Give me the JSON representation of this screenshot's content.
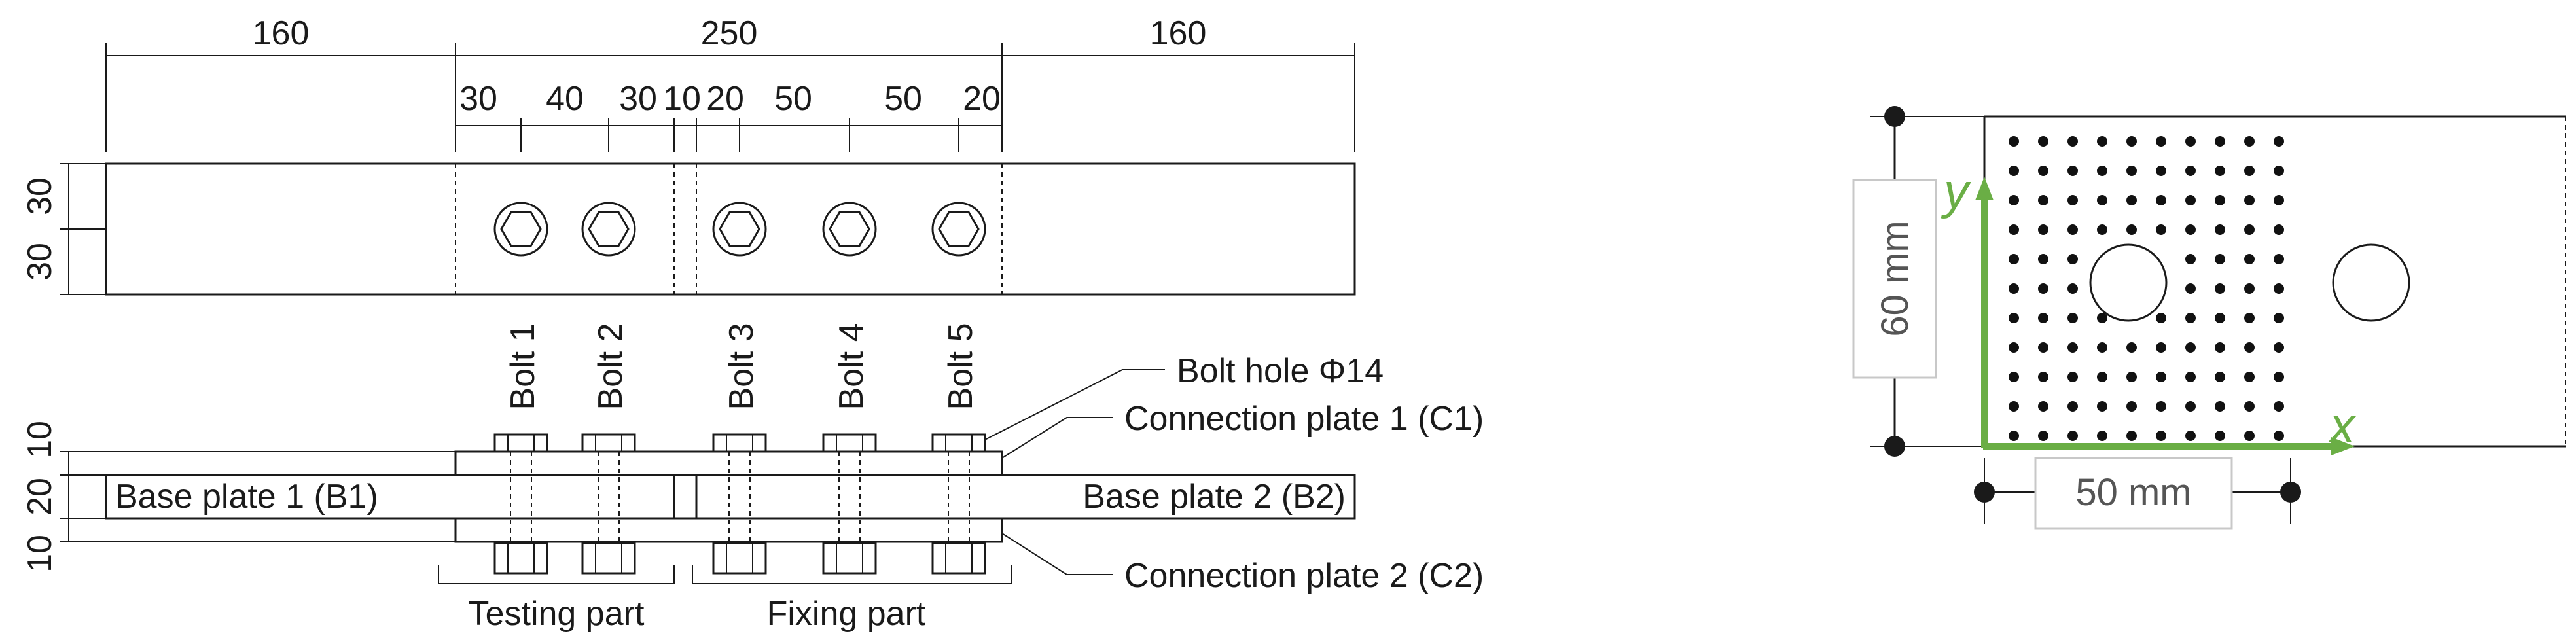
{
  "top_view": {
    "overall_dims": [
      "160",
      "250",
      "160"
    ],
    "bolt_spacing_dims": [
      "30",
      "40",
      "30",
      "10",
      "20",
      "50",
      "50",
      "20"
    ],
    "height_dims": [
      "30",
      "30"
    ]
  },
  "side_view": {
    "bolts": [
      "Bolt 1",
      "Bolt 2",
      "Bolt 3",
      "Bolt 4",
      "Bolt 5"
    ],
    "thickness_dims": [
      "10",
      "20",
      "10"
    ],
    "base_plate_1": "Base plate 1 (B1)",
    "base_plate_2": "Base plate 2 (B2)",
    "callouts": {
      "bolt_hole": "Bolt hole Φ14",
      "connection_plate_1": "Connection plate 1 (C1)",
      "connection_plate_2": "Connection plate 2 (C2)"
    },
    "parts": {
      "testing": "Testing part",
      "fixing": "Fixing part"
    }
  },
  "detail_view": {
    "height_label": "60 mm",
    "width_label": "50 mm",
    "axis_x": "x",
    "axis_y": "y",
    "grid_rows": 11,
    "grid_cols": 10,
    "accent_color": "#6aae45"
  }
}
